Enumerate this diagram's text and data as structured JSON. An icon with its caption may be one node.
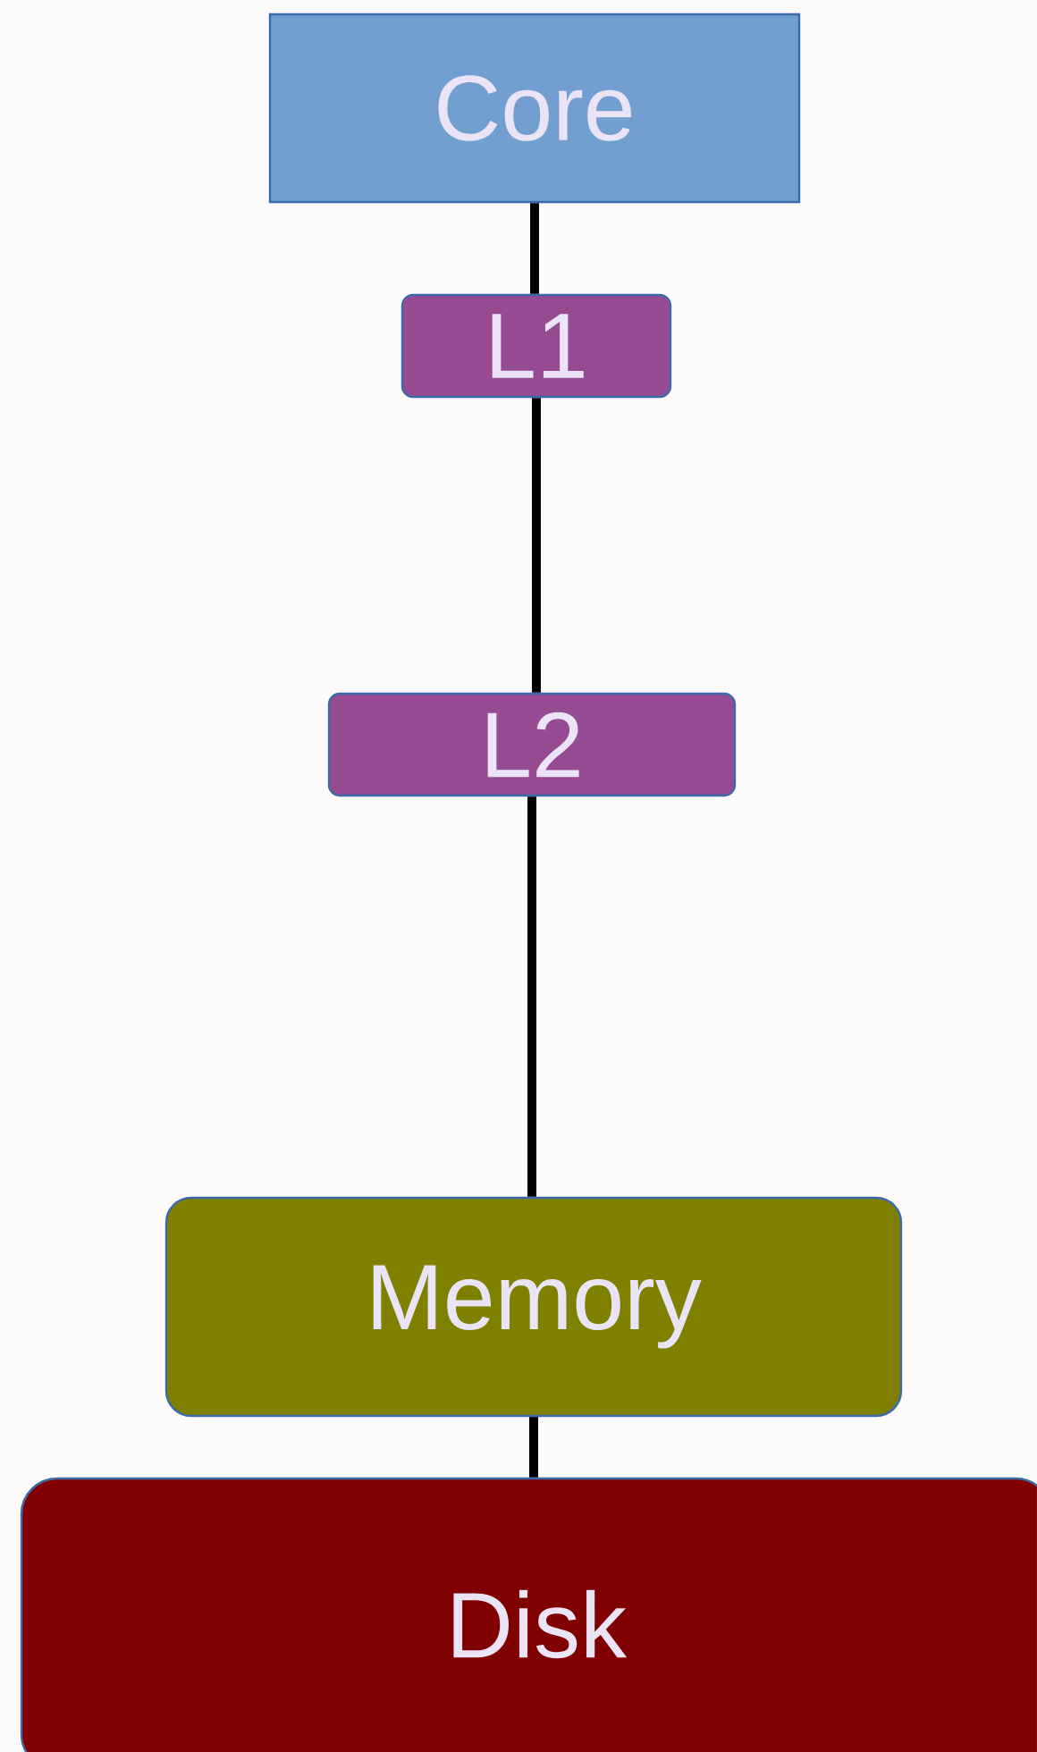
{
  "diagram": {
    "nodes": [
      {
        "text": [
          "Core"
        ]
      },
      {
        "text": [
          "L1"
        ]
      },
      {
        "text": [
          "L2"
        ]
      },
      {
        "text": [
          "Memory"
        ]
      },
      {
        "text": [
          "Disk"
        ]
      }
    ],
    "edges": [
      {
        "from": 0,
        "to": 1,
        "arrow": "none"
      },
      {
        "from": 1,
        "to": 2,
        "arrow": "none"
      },
      {
        "from": 2,
        "to": 3,
        "arrow": "none"
      },
      {
        "from": 3,
        "to": 4,
        "arrow": "none"
      }
    ]
  }
}
